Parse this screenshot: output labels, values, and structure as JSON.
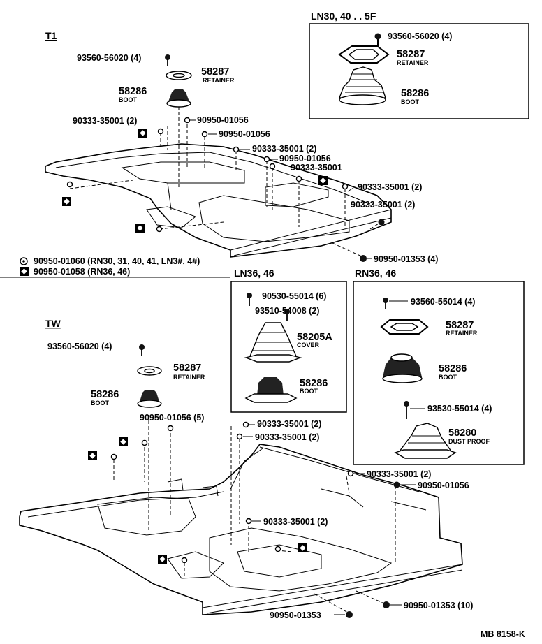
{
  "sections": {
    "t1": "T1",
    "tw": "TW",
    "ln30": "LN30, 40 . . 5F",
    "ln36": "LN36, 46",
    "rn36": "RN36, 46"
  },
  "t1": {
    "bolt": "93560-56020 (4)",
    "retainer_pn": "58287",
    "retainer_name": "RETAINER",
    "boot_pn": "58286",
    "boot_name": "BOOT",
    "nut1": "90333-35001 (2)",
    "plug1": "90950-01056",
    "plug2": "90950-01056",
    "nut2": "90333-35001 (2)",
    "plug3": "90950-01056",
    "nut3": "90333-35001",
    "nut4": "90333-35001 (2)",
    "nut5": "90333-35001 (2)",
    "plug4": "90950-01353 (4)"
  },
  "legend": {
    "circle_item": "90950-01060 (RN30, 31, 40, 41, LN3#, 4#)",
    "diamond_item": "90950-01058 (RN36, 46)"
  },
  "ln30": {
    "bolt": "93560-56020 (4)",
    "retainer_pn": "58287",
    "retainer_name": "RETAINER",
    "boot_pn": "58286",
    "boot_name": "BOOT"
  },
  "ln36": {
    "screw1": "90530-55014 (6)",
    "screw2": "93510-54008 (2)",
    "cover_pn": "58205A",
    "cover_name": "COVER",
    "boot_pn": "58286",
    "boot_name": "BOOT"
  },
  "rn36": {
    "screw1": "93560-55014 (4)",
    "retainer_pn": "58287",
    "retainer_name": "RETAINER",
    "boot_pn": "58286",
    "boot_name": "BOOT",
    "screw2": "93530-55014 (4)",
    "dust_pn": "58280",
    "dust_name": "DUST PROOF"
  },
  "tw": {
    "bolt": "93560-56020 (4)",
    "retainer_pn": "58287",
    "retainer_name": "RETAINER",
    "boot_pn": "58286",
    "boot_name": "BOOT",
    "plug1": "90950-01056 (5)",
    "nut1": "90333-35001 (2)",
    "nut2": "90333-35001 (2)",
    "nut3": "90333-35001 (2)",
    "plug2": "90950-01056",
    "nut4": "90333-35001 (2)",
    "plug3": "90950-01353 (10)",
    "plug4": "90950-01353"
  },
  "footer": {
    "code": "MB 8158-K"
  }
}
